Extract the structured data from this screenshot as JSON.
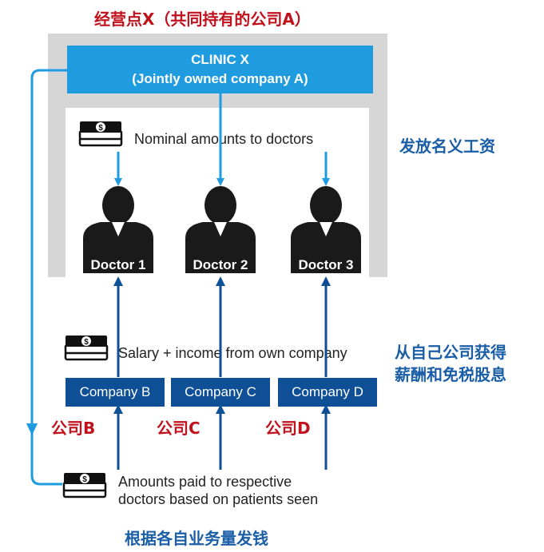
{
  "title_cn": "经营点X（共同持有的公司A）",
  "clinic": {
    "line1": "CLINIC X",
    "line2": "(Jointly owned company A)"
  },
  "nominal_label": "Nominal amounts to doctors",
  "nominal_cn": "发放名义工资",
  "doctors": [
    "Doctor 1",
    "Doctor 2",
    "Doctor 3"
  ],
  "salary_label": "Salary + income from own company",
  "salary_cn": [
    "从自己公司获得",
    "薪酬和免税股息"
  ],
  "companies": [
    "Company B",
    "Company C",
    "Company D"
  ],
  "companies_cn": [
    "公司B",
    "公司C",
    "公司D"
  ],
  "paid_label": [
    "Amounts paid to respective",
    "doctors based on patients seen"
  ],
  "bottom_cn": "根据各自业务量发钱",
  "colors": {
    "red": "#c0121c",
    "blue_text": "#1a5ea8",
    "light_blue": "#1f9be0",
    "dark_blue": "#0e4f95",
    "grey": "#d6d6d6"
  },
  "icons": [
    "money-stack-icon",
    "doctor-silhouette-icon",
    "arrow-icon"
  ]
}
